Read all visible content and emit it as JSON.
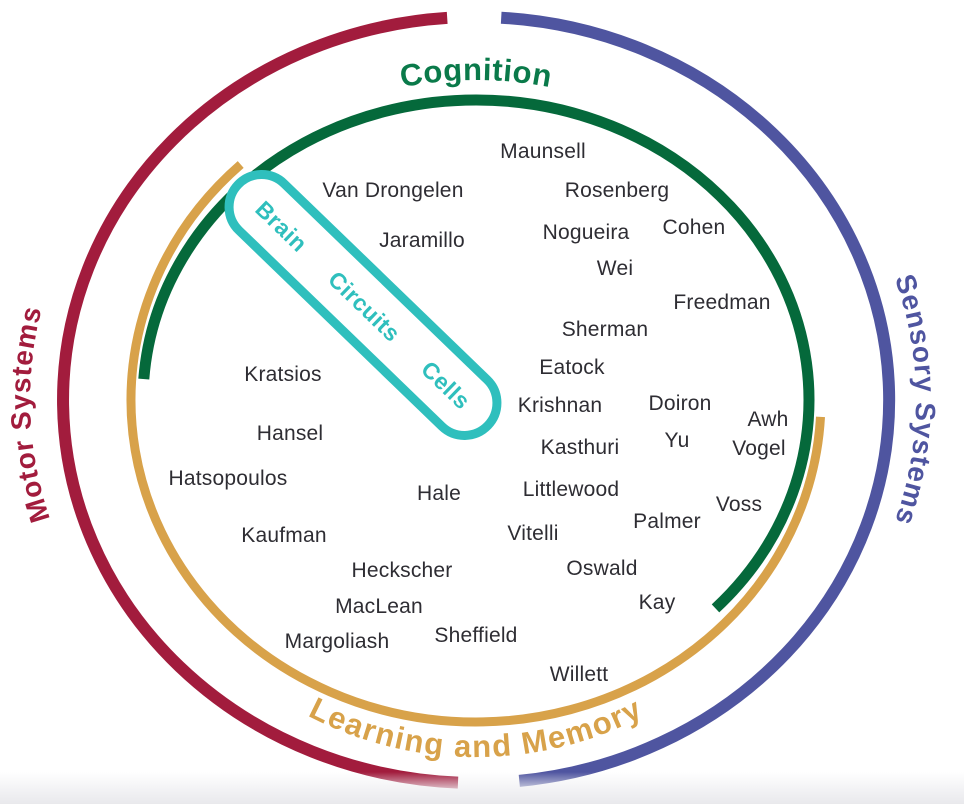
{
  "diagram": {
    "arc_labels": {
      "cognition": "Cognition",
      "sensory_systems": "Sensory Systems",
      "motor_systems": "Motor Systems",
      "learning_and_memory": "Learning and Memory"
    },
    "center_badge_words": [
      "Brain",
      "Circuits",
      "Cells"
    ],
    "faculty": [
      "Maunsell",
      "Van Drongelen",
      "Rosenberg",
      "Jaramillo",
      "Nogueira",
      "Cohen",
      "Wei",
      "Freedman",
      "Sherman",
      "Eatock",
      "Kratsios",
      "Krishnan",
      "Doiron",
      "Awh",
      "Hansel",
      "Kasthuri",
      "Yu",
      "Vogel",
      "Hatsopoulos",
      "Hale",
      "Littlewood",
      "Voss",
      "Kaufman",
      "Vitelli",
      "Palmer",
      "Heckscher",
      "Oswald",
      "Kay",
      "MacLean",
      "Sheffield",
      "Margoliash",
      "Willett"
    ],
    "colors": {
      "motor_red": "#A21C3D",
      "sensory_blue": "#4F55A0",
      "cognition_green": "#05693B",
      "cognition_text_green": "#0A7A4A",
      "learning_gold": "#D8A24A",
      "badge_teal": "#2FBFBD",
      "name_text": "#2E2D33"
    }
  }
}
